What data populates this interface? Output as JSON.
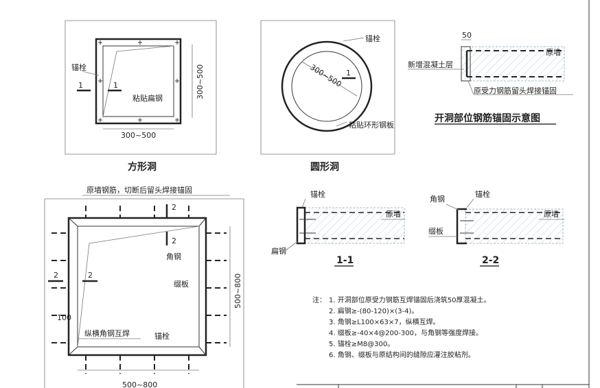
{
  "square_hole": {
    "title": "方形洞",
    "anchor": "锚栓",
    "section_mark": "1",
    "flat_steel": "粘贴扁钢",
    "dim_v": "300~500",
    "dim_h": "300~500"
  },
  "round_hole": {
    "title": "圆形洞",
    "anchor": "锚栓",
    "section_mark": "1",
    "dim": "300~500",
    "ring_plate": "粘贴环形钢板"
  },
  "anchor_detail": {
    "title": "开洞部位钢筋锚固示意图",
    "dim": "50",
    "wall": "原墙",
    "new_concrete": "新增混凝土层",
    "rebar_note": "原受力钢筋留头焊接锚固"
  },
  "large_hole": {
    "rebar_note": "原墙钢筋，切断后留头焊接锚固",
    "section_mark": "2",
    "angle_steel": "角钢",
    "batten": "缀板",
    "weld": "纵横角钢互焊",
    "anchor": "锚栓",
    "dim_v": "500~800",
    "dim_h": "500~800",
    "dim_100": "100"
  },
  "section_1": {
    "title": "1-1",
    "anchor": "锚栓",
    "wall": "原墙",
    "flat_steel": "扁钢"
  },
  "section_2": {
    "title": "2-2",
    "angle_steel": "角钢",
    "anchor": "锚栓",
    "wall": "原墙",
    "batten": "缀板"
  },
  "notes": {
    "prefix": "注：",
    "items": [
      "1. 开洞部位原受力钢筋互焊锚固后浇筑50厚混凝土。",
      "2. 扁钢≥-(80-120)×(3-4)。",
      "3. 角钢≥L100×63×7，纵横互焊。",
      "4. 缀板≥-40×4@200-300，与角钢等强度焊接。",
      "5. 锚栓≥M8@300。",
      "6. 角钢、缀板与原结构间的缝隙应灌注胶粘剂。"
    ]
  }
}
